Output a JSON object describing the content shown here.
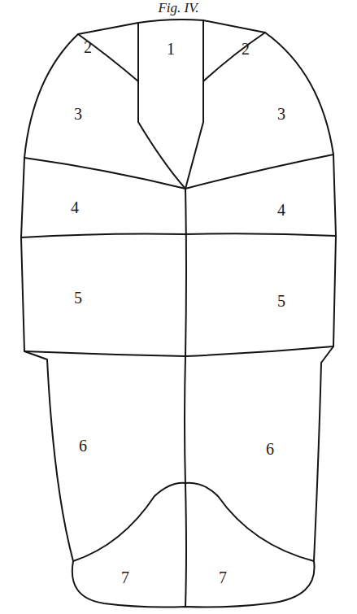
{
  "diagram": {
    "title": "Fig. IV.",
    "nodes": [
      {
        "text": [
          "2"
        ]
      },
      {
        "text": [
          "1"
        ]
      },
      {
        "text": [
          "2"
        ]
      },
      {
        "text": [
          "3"
        ]
      },
      {
        "text": [
          "3"
        ]
      },
      {
        "text": [
          "4"
        ]
      },
      {
        "text": [
          "4"
        ]
      },
      {
        "text": [
          "5"
        ]
      },
      {
        "text": [
          "5"
        ]
      },
      {
        "text": [
          "6"
        ]
      },
      {
        "text": [
          "6"
        ]
      },
      {
        "text": [
          "7"
        ]
      },
      {
        "text": [
          "7"
        ]
      }
    ]
  }
}
